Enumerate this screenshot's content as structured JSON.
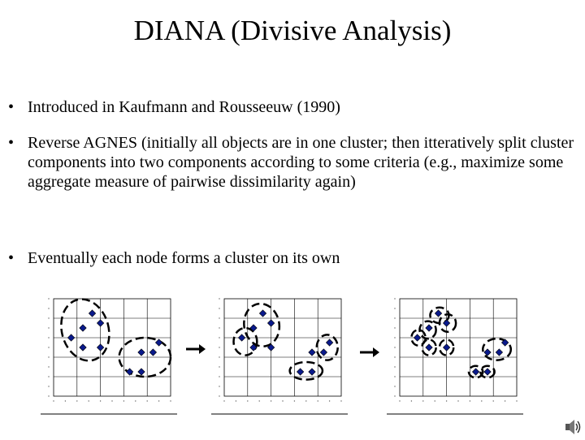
{
  "slide": {
    "title": "DIANA (Divisive Analysis)",
    "bullet_symbol": "•",
    "bullets": [
      "Introduced in Kaufmann and Rousseeuw (1990)",
      "Reverse AGNES (initially all objects are in one cluster; then itteratively split cluster components into two components according to some criteria (e.g., maximize some aggregate measure of pairwise dissimilarity again)",
      "Eventually each node forms a cluster on its own"
    ]
  },
  "figure": {
    "colors": {
      "point": "#0a1a8c",
      "grid": "#000000",
      "cluster_outline": "#000000"
    },
    "icons": [
      "right-arrow-icon",
      "right-arrow-icon",
      "speaker-icon"
    ],
    "points": [
      [
        3.3,
        8.5
      ],
      [
        2.5,
        7.0
      ],
      [
        4.0,
        7.5
      ],
      [
        1.5,
        6.0
      ],
      [
        2.5,
        5.0
      ],
      [
        4.0,
        5.0
      ],
      [
        7.5,
        4.5
      ],
      [
        8.5,
        4.5
      ],
      [
        9.0,
        5.5
      ],
      [
        6.5,
        2.5
      ],
      [
        7.5,
        2.5
      ]
    ],
    "panels": [
      {
        "step": 1
      },
      {
        "step": 2
      },
      {
        "step": 3
      }
    ]
  }
}
